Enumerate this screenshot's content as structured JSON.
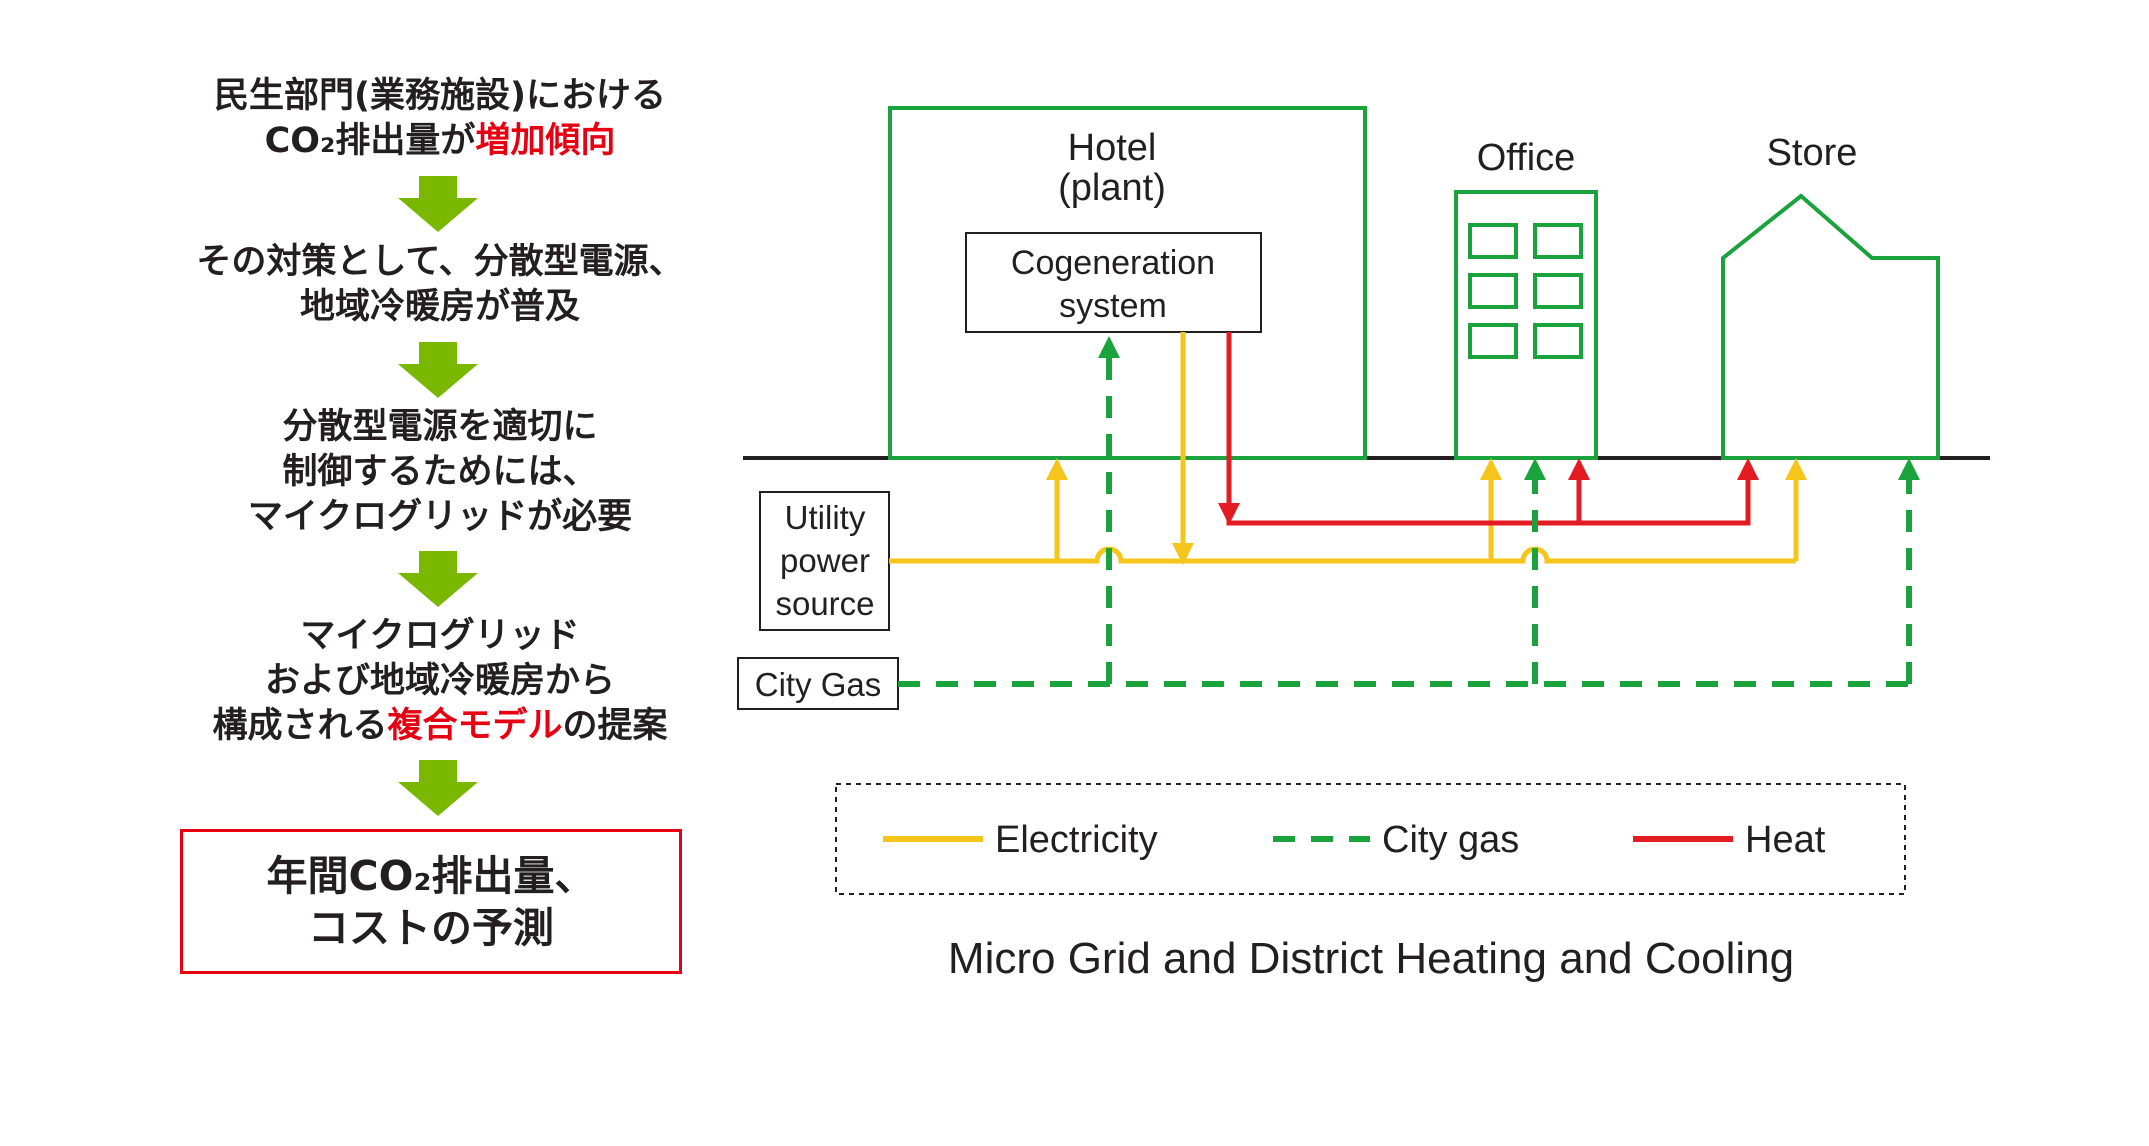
{
  "flow": {
    "step1": {
      "line1": "民生部門(業務施設)における",
      "line2_pre": "CO₂排出量が",
      "line2_red": "増加傾向"
    },
    "step2": {
      "line1": "その対策として、分散型電源、",
      "line2": "地域冷暖房が普及"
    },
    "step3": {
      "line1": "分散型電源を適切に",
      "line2": "制御するためには、",
      "line3": "マイクログリッドが必要"
    },
    "step4": {
      "line1": "マイクログリッド",
      "line2": "および地域冷暖房から",
      "line3_pre": "構成される",
      "line3_red": "複合モデル",
      "line3_post": "の提案"
    },
    "result": {
      "line1": "年間CO₂排出量、",
      "line2": "コストの予測"
    },
    "arrow_color": "#7ab800",
    "highlight_color": "#e60012"
  },
  "diagram": {
    "buildings": {
      "hotel_line1": "Hotel",
      "hotel_line2": "(plant)",
      "office": "Office",
      "store": "Store",
      "cogeneration_line1": "Cogeneration",
      "cogeneration_line2": "system"
    },
    "sources": {
      "utility_line1": "Utility",
      "utility_line2": "power",
      "utility_line3": "source",
      "city_gas": "City Gas"
    },
    "legend": {
      "electricity": "Electricity",
      "city_gas": "City gas",
      "heat": "Heat"
    },
    "caption": "Micro Grid and District Heating and Cooling",
    "colors": {
      "building": "#1aa23c",
      "electricity": "#f5c51c",
      "gas": "#1aa23c",
      "heat": "#e31b23"
    }
  }
}
